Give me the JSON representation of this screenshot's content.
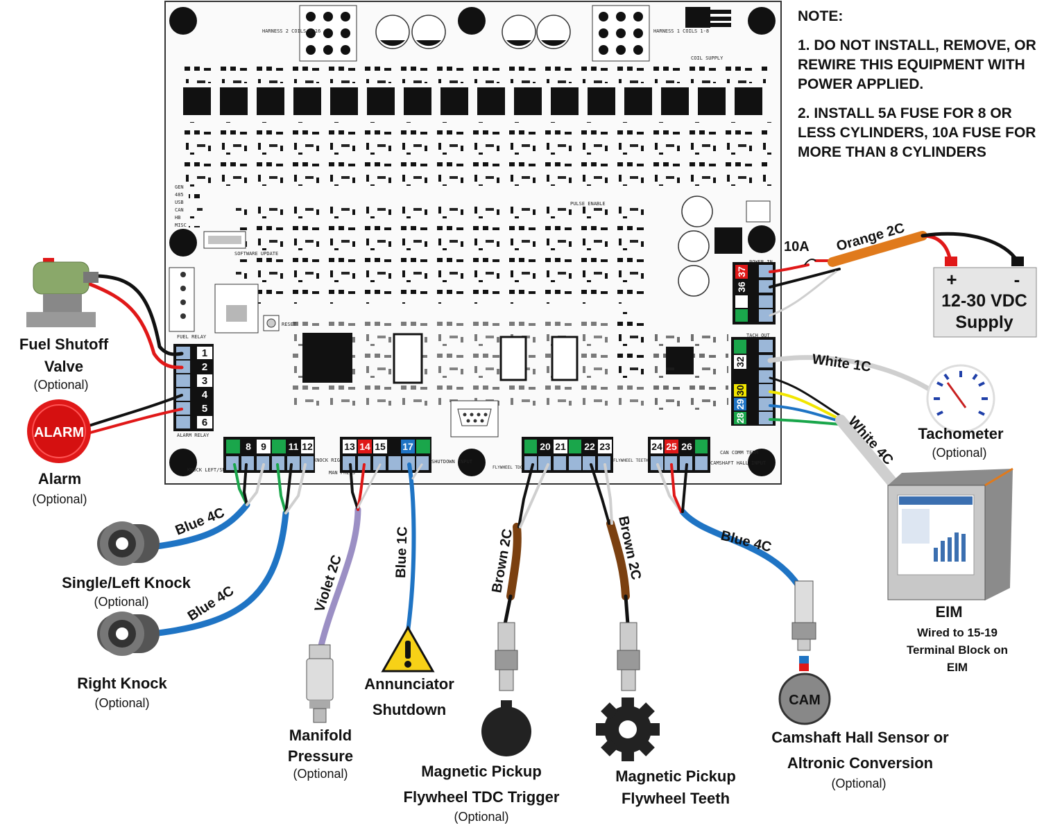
{
  "notes": {
    "heading": "NOTE:",
    "items": [
      "1. DO NOT INSTALL, REMOVE, OR REWIRE THIS EQUIPMENT WITH POWER APPLIED.",
      "2. INSTALL 5A FUSE FOR 8 OR LESS CYLINDERS, 10A FUSE FOR MORE THAN 8 CYLINDERS"
    ]
  },
  "board": {
    "harness2": "HARNESS 2 COILS 9-16",
    "harness1": "HARNESS 1 COILS 1-8",
    "coil_supply": "COIL SUPPLY",
    "software_update": "SOFTWARE UPDATE",
    "reset": "RESET",
    "pulse_enable": "PULSE ENABLE",
    "power_in": "POWER IN",
    "tach_out": "TACH OUT",
    "fuel_relay": "FUEL RELAY",
    "alarm_relay": "ALARM RELAY",
    "knock_left": "KNOCK LEFT/SNGL",
    "knock_right": "KNOCK RIGHT",
    "man_press": "MAN PRESS",
    "shutdown_input": "SHUTDOWN INPUT",
    "flywheel_tdc": "FLYWHEEL TDC INDEX MAG PICKUP",
    "flywheel_teeth": "FLYWHEEL TEETH MAG PICKUP",
    "camshaft": "CAMSHAFT HALL INPUT",
    "can_comm": "CAN COMM TERM",
    "status_leds": [
      "GEN",
      "485",
      "USB",
      "CAN",
      "HB",
      "MISC"
    ]
  },
  "terminals": {
    "left": [
      "1",
      "2",
      "3",
      "4",
      "5",
      "6"
    ],
    "knock": [
      "8",
      "9",
      "11",
      "12"
    ],
    "man": [
      "13",
      "14",
      "15",
      "17"
    ],
    "fly": [
      "20",
      "21",
      "22",
      "23"
    ],
    "cam": [
      "24",
      "25",
      "26"
    ],
    "power": [
      "37",
      "36"
    ],
    "tach": [
      "32",
      "30",
      "29",
      "28"
    ]
  },
  "wires": {
    "fuse": "10A",
    "orange": "Orange 2C",
    "white1": "White 1C",
    "white4": "White 4C",
    "blue4_a": "Blue 4C",
    "blue4_b": "Blue 4C",
    "violet": "Violet 2C",
    "blue1": "Blue 1C",
    "brown_a": "Brown 2C",
    "brown_b": "Brown 2C",
    "blue4_c": "Blue 4C"
  },
  "supply": {
    "plus": "+",
    "minus": "-",
    "line1": "12-30 VDC",
    "line2": "Supply"
  },
  "alarm_badge": "ALARM",
  "cam_badge": "CAM",
  "devices": {
    "fuel": {
      "line1": "Fuel Shutoff",
      "line2": "Valve",
      "opt": "(Optional)"
    },
    "alarm": {
      "line1": "Alarm",
      "opt": "(Optional)"
    },
    "single_knock": {
      "line1": "Single/Left Knock",
      "opt": "(Optional)"
    },
    "right_knock": {
      "line1": "Right Knock",
      "opt": "(Optional)"
    },
    "manifold": {
      "line1": "Manifold",
      "line2": "Pressure",
      "opt": "(Optional)"
    },
    "annunciator": {
      "line1": "Annunciator",
      "line2": "Shutdown"
    },
    "mag_tdc": {
      "line1": "Magnetic Pickup",
      "line2": "Flywheel TDC Trigger",
      "opt": "(Optional)"
    },
    "mag_teeth": {
      "line1": "Magnetic Pickup",
      "line2": "Flywheel Teeth"
    },
    "cam": {
      "line1": "Camshaft Hall Sensor or",
      "line2": "Altronic Conversion",
      "opt": "(Optional)"
    },
    "tach": {
      "line1": "Tachometer",
      "opt": "(Optional)"
    },
    "eim": {
      "line1": "EIM",
      "line2": "Wired to 15-19",
      "line3": "Terminal Block on",
      "line4": "EIM"
    }
  },
  "colors": {
    "blue": "#1f74c4",
    "red": "#e01818",
    "green": "#1aa64b",
    "yellow": "#f2e600",
    "orange": "#e07a1c",
    "brown": "#7b4010",
    "violet": "#9b8fc4",
    "white_wire": "#cfcfcf"
  }
}
